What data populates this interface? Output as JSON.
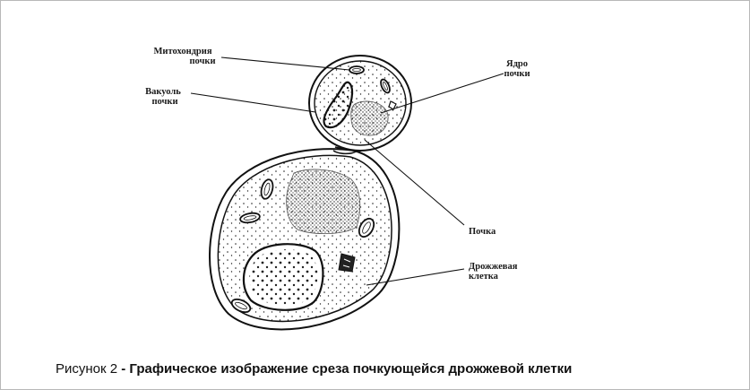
{
  "labels": {
    "mitochondria_line1": "Митохондрия",
    "mitochondria_line2": "почки",
    "vacuole_line1": "Вакуоль",
    "vacuole_line2": "почки",
    "nucleus_line1": "Ядро",
    "nucleus_line2": "почки",
    "bud": "Почка",
    "yeast_line1": "Дрожжевая",
    "yeast_line2": "клетка"
  },
  "caption": {
    "prefix": "Рисунок 2",
    "title": "- Графическое изображение среза почкующейся дрожжевой клетки"
  }
}
